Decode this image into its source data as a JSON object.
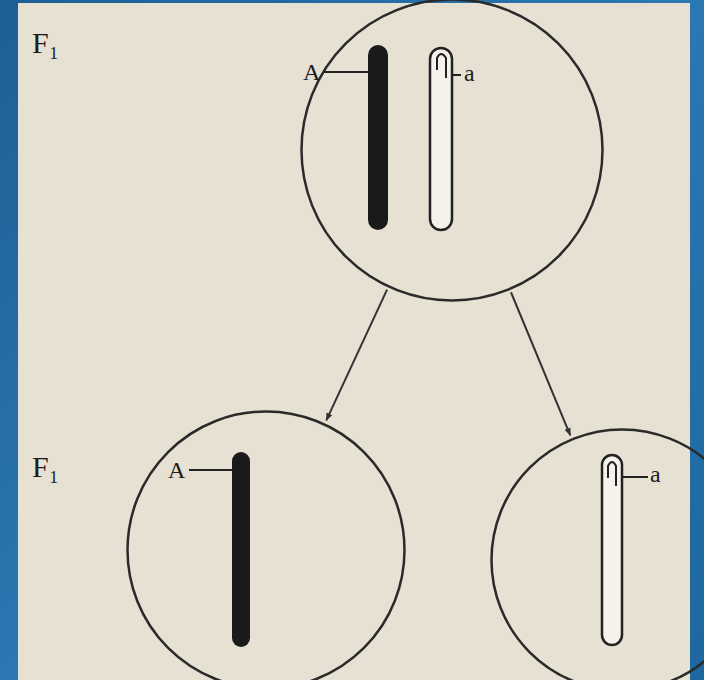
{
  "diagram": {
    "nodes": [
      {
        "text": [
          "A",
          "a"
        ]
      },
      {
        "text": [
          "A"
        ]
      },
      {
        "text": [
          "a"
        ]
      }
    ],
    "edges": [
      {
        "from": 0,
        "to": 1,
        "arrow": "to"
      },
      {
        "from": 0,
        "to": 2,
        "arrow": "to"
      }
    ],
    "labels": [
      "F₁",
      "F₁"
    ]
  }
}
